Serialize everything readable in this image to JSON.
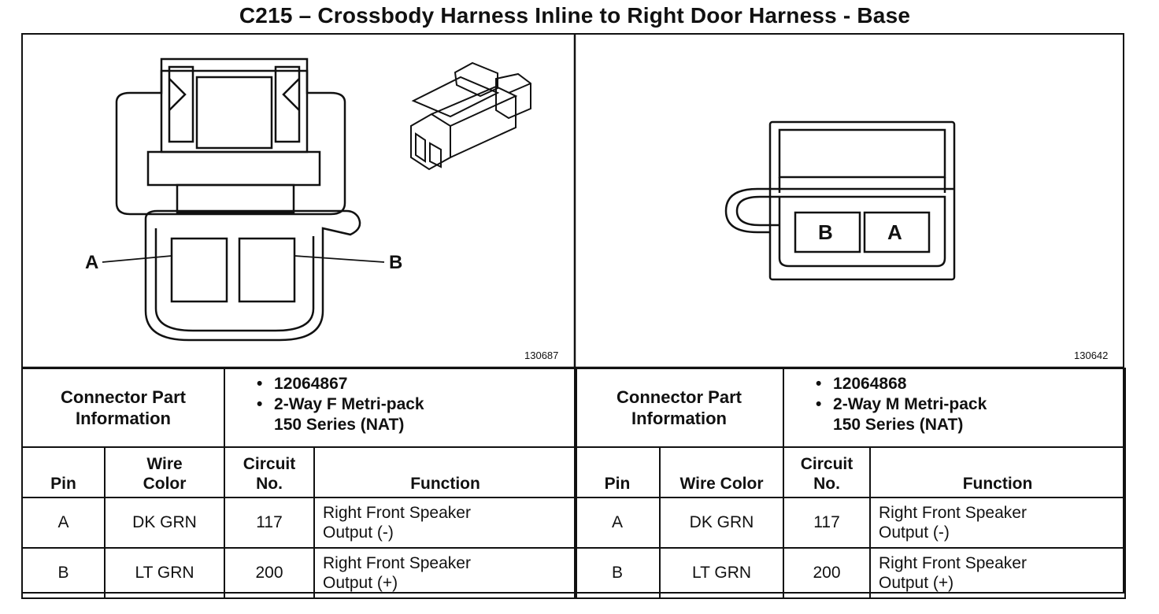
{
  "title": "C215 – Crossbody Harness Inline to Right Door Harness - Base",
  "left": {
    "figure_number": "130687",
    "pin_labels": [
      "A",
      "B"
    ],
    "info_label_line1": "Connector Part",
    "info_label_line2": "Information",
    "part_number": "12064867",
    "desc_line1": "2-Way F Metri-pack",
    "desc_line2": "150 Series (NAT)",
    "headers": {
      "pin": "Pin",
      "wire_line1": "Wire",
      "wire_line2": "Color",
      "circuit_line1": "Circuit",
      "circuit_line2": "No.",
      "function": "Function"
    },
    "rows": [
      {
        "pin": "A",
        "wire": "DK GRN",
        "circuit": "117",
        "func_line1": "Right Front Speaker",
        "func_line2": "Output (-)"
      },
      {
        "pin": "B",
        "wire": "LT GRN",
        "circuit": "200",
        "func_line1": "Right Front Speaker",
        "func_line2": "Output (+)"
      }
    ]
  },
  "right": {
    "figure_number": "130642",
    "cavity_labels": [
      "B",
      "A"
    ],
    "info_label_line1": "Connector Part",
    "info_label_line2": "Information",
    "part_number": "12064868",
    "desc_line1": "2-Way M Metri-pack",
    "desc_line2": "150 Series (NAT)",
    "headers": {
      "pin": "Pin",
      "wire": "Wire Color",
      "circuit_line1": "Circuit",
      "circuit_line2": "No.",
      "function": "Function"
    },
    "rows": [
      {
        "pin": "A",
        "wire": "DK GRN",
        "circuit": "117",
        "func_line1": "Right Front Speaker",
        "func_line2": "Output (-)"
      },
      {
        "pin": "B",
        "wire": "LT GRN",
        "circuit": "200",
        "func_line1": "Right Front Speaker",
        "func_line2": "Output (+)"
      }
    ]
  },
  "bullet": "•"
}
